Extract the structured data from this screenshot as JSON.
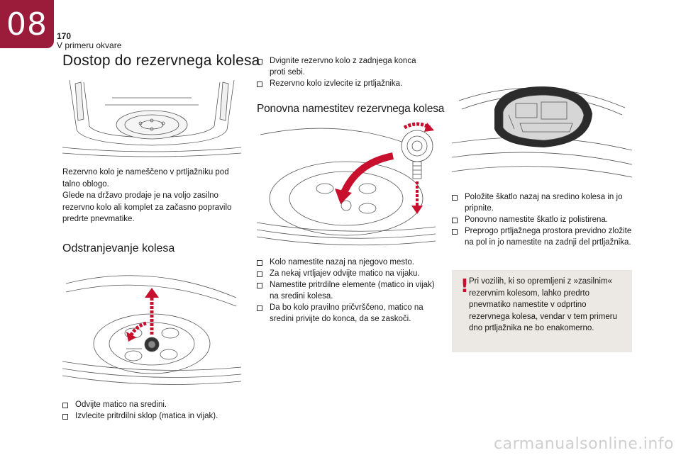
{
  "header": {
    "chapter_number": "08",
    "page_number": "170",
    "chapter_name": "V primeru okvare"
  },
  "section_access": {
    "title": "Dostop do rezervnega kolesa",
    "intro_lines": [
      "Rezervno kolo je nameščeno v prtljažniku pod talno oblogo.",
      "Glede na državo prodaje je na voljo zasilno rezervno kolo ali komplet za začasno popravilo predrte pnevmatike."
    ]
  },
  "section_removal": {
    "title": "Odstranjevanje kolesa",
    "steps": [
      "Odvijte matico na sredini.",
      "Izvlecite pritrdilni sklop (matica in vijak).",
      "Dvignite rezervno kolo z zadnjega konca proti sebi.",
      "Rezervno kolo izvlecite iz prtljažnika."
    ]
  },
  "section_refit": {
    "title": "Ponovna namestitev rezervnega kolesa",
    "steps": [
      "Kolo namestite nazaj na njegovo mesto.",
      "Za nekaj vrtljajev odvijte matico na vijaku.",
      "Namestite pritrdilne elemente (matico in vijak) na sredini kolesa.",
      "Da bo kolo pravilno pričvrščeno, matico na sredini privijte do konca, da se zaskoči.",
      "Položite škatlo nazaj na sredino kolesa in jo pripnite.",
      "Ponovno namestite škatlo iz polistirena.",
      "Preprogo prtljažnega prostora previdno zložite na pol in jo namestite na zadnji del prtljažnika."
    ]
  },
  "warning": {
    "mark": "!",
    "text": "Pri vozilih, ki so opremljeni z »zasilnim« rezervnim kolesom, lahko predrto pnevmatiko namestite v odprtino rezervnega kolesa, vendar v tem primeru dno prtljažnika ne bo enakomerno."
  },
  "colors": {
    "chapter_tab": "#9b1b3a",
    "arrow": "#c8102e",
    "warning_bg": "#ece9e4"
  },
  "watermark": "carmanualsonline.info"
}
